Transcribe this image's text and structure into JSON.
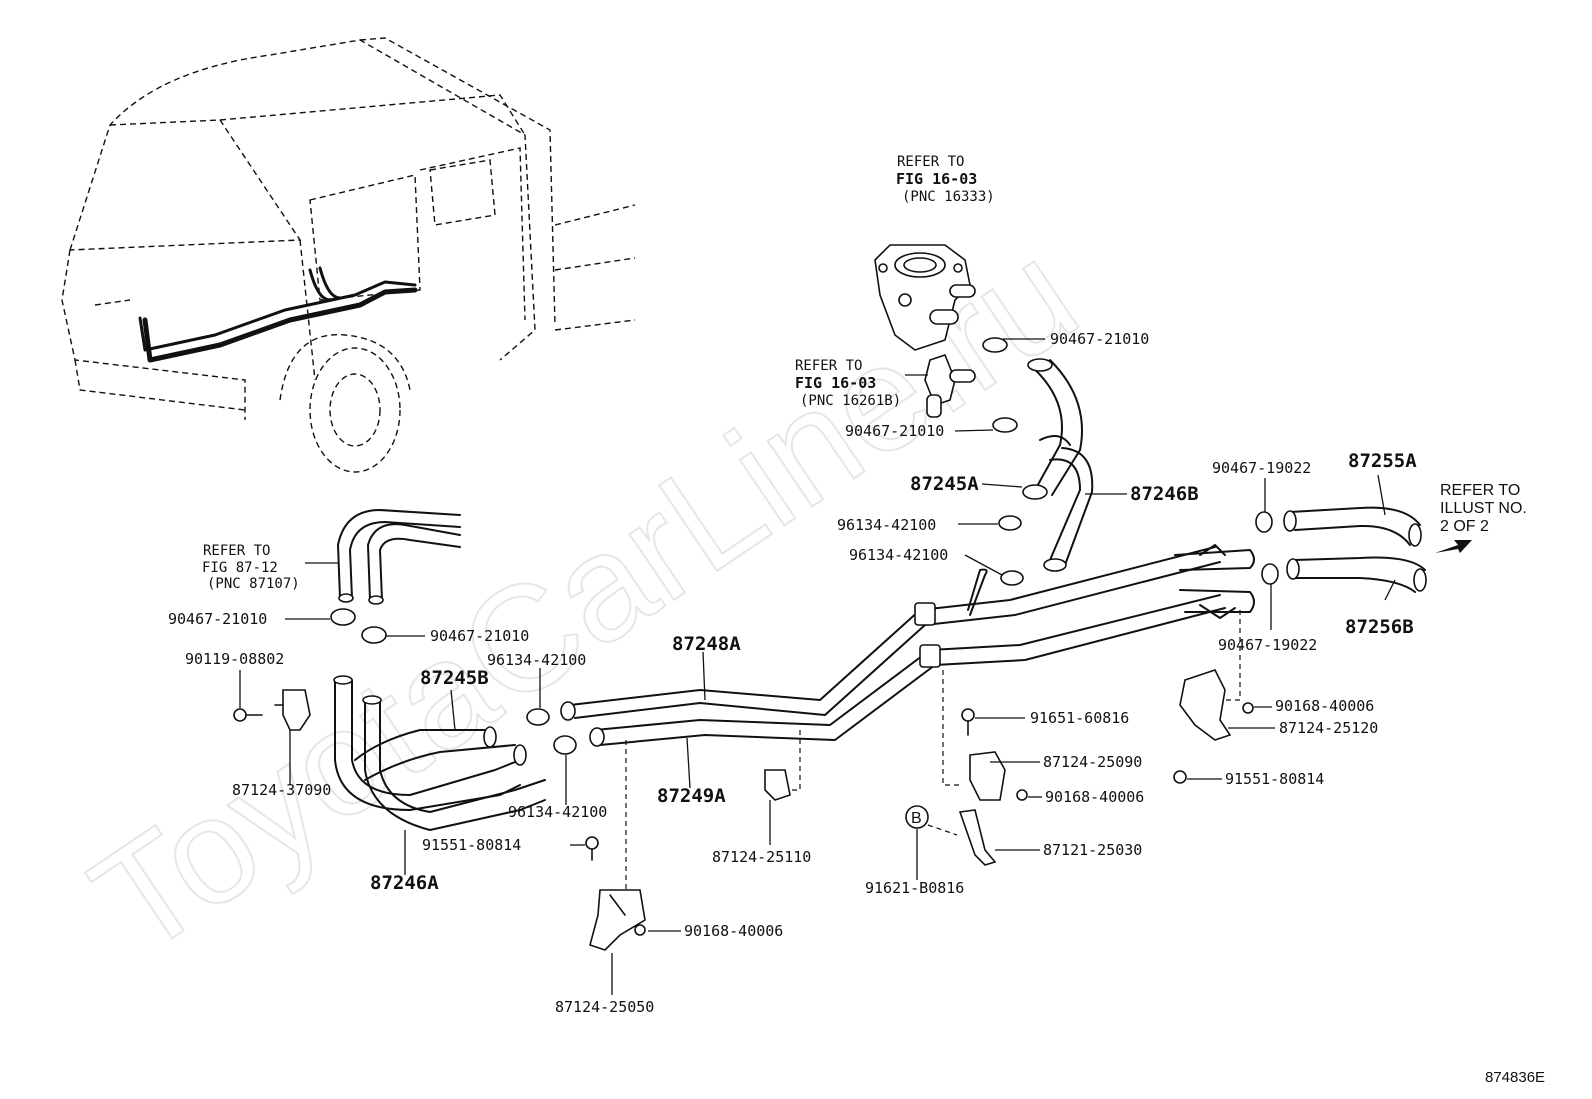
{
  "watermark": "ToyotaCarLine.ru",
  "figure_code": "874836E",
  "references": {
    "thermostat": {
      "line1": "REFER TO",
      "line2": "FIG 16-03",
      "line3": "(PNC 16333)"
    },
    "water_outlet": {
      "line1": "REFER TO",
      "line2": "FIG 16-03",
      "line3": "(PNC 16261B)"
    },
    "heater_unit": {
      "line1": "REFER TO",
      "line2": "FIG 87-12",
      "line3": "(PNC 87107)"
    },
    "illust": {
      "line1": "REFER TO",
      "line2": "ILLUST NO.",
      "line3": "2 OF 2"
    }
  },
  "callouts": {
    "p90467_21010_a": "90467-21010",
    "p90467_21010_b": "90467-21010",
    "p87245A": "87245A",
    "p87246B": "87246B",
    "p96134_42100_a": "96134-42100",
    "p96134_42100_b": "96134-42100",
    "p90467_19022_a": "90467-19022",
    "p87255A": "87255A",
    "p87256B": "87256B",
    "p90467_19022_b": "90467-19022",
    "p90467_21010_c": "90467-21010",
    "p90467_21010_d": "90467-21010",
    "p90119_08802": "90119-08802",
    "p87245B": "87245B",
    "p96134_42100_c": "96134-42100",
    "p87248A": "87248A",
    "p87249A": "87249A",
    "p87124_37090": "87124-37090",
    "p96134_42100_d": "96134-42100",
    "p87246A": "87246A",
    "p91551_80814_a": "91551-80814",
    "p90168_40006_a": "90168-40006",
    "p87124_25050": "87124-25050",
    "p87124_25110": "87124-25110",
    "p91651_60816": "91651-60816",
    "p87124_25090": "87124-25090",
    "p90168_40006_b": "90168-40006",
    "p87121_25030": "87121-25030",
    "p91621_B0816": "91621-B0816",
    "p90168_40006_c": "90168-40006",
    "p87124_25120": "87124-25120",
    "p91551_80814_b": "91551-80814"
  },
  "marker_b": "B"
}
